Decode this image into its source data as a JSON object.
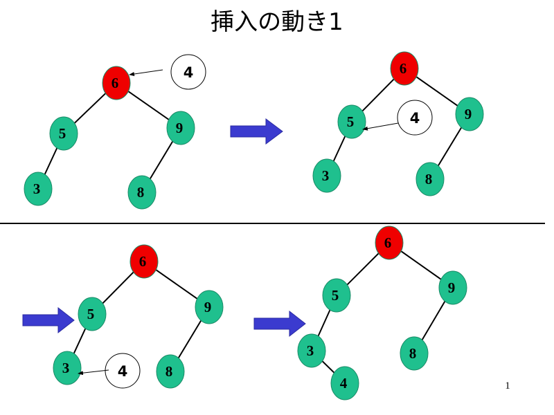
{
  "title": "挿入の動き1",
  "page_number": "1",
  "colors": {
    "node_fill": "#1fc08e",
    "root_fill": "#ef0000",
    "edge": "#000000",
    "arrow_fill": "#3b3bcf",
    "new_node_fill": "#ffffff"
  },
  "panels": [
    {
      "name": "step-1",
      "nodes": [
        {
          "id": "n6",
          "label": "6",
          "role": "root"
        },
        {
          "id": "n5",
          "label": "5"
        },
        {
          "id": "n9",
          "label": "9"
        },
        {
          "id": "n3",
          "label": "3"
        },
        {
          "id": "n8",
          "label": "8"
        }
      ],
      "edges": [
        [
          "n6",
          "n5"
        ],
        [
          "n6",
          "n9"
        ],
        [
          "n5",
          "n3"
        ],
        [
          "n9",
          "n8"
        ]
      ],
      "pending": {
        "label": "4",
        "compare_with": "n6"
      }
    },
    {
      "name": "step-2",
      "nodes": [
        {
          "id": "n6",
          "label": "6",
          "role": "root"
        },
        {
          "id": "n5",
          "label": "5"
        },
        {
          "id": "n9",
          "label": "9"
        },
        {
          "id": "n3",
          "label": "3"
        },
        {
          "id": "n8",
          "label": "8"
        }
      ],
      "edges": [
        [
          "n6",
          "n5"
        ],
        [
          "n6",
          "n9"
        ],
        [
          "n5",
          "n3"
        ],
        [
          "n9",
          "n8"
        ]
      ],
      "pending": {
        "label": "4",
        "compare_with": "n5"
      }
    },
    {
      "name": "step-3",
      "nodes": [
        {
          "id": "n6",
          "label": "6",
          "role": "root"
        },
        {
          "id": "n5",
          "label": "5"
        },
        {
          "id": "n9",
          "label": "9"
        },
        {
          "id": "n3",
          "label": "3"
        },
        {
          "id": "n8",
          "label": "8"
        }
      ],
      "edges": [
        [
          "n6",
          "n5"
        ],
        [
          "n6",
          "n9"
        ],
        [
          "n5",
          "n3"
        ],
        [
          "n9",
          "n8"
        ]
      ],
      "pending": {
        "label": "4",
        "compare_with": "n3"
      }
    },
    {
      "name": "step-4",
      "nodes": [
        {
          "id": "n6",
          "label": "6",
          "role": "root"
        },
        {
          "id": "n5",
          "label": "5"
        },
        {
          "id": "n9",
          "label": "9"
        },
        {
          "id": "n3",
          "label": "3"
        },
        {
          "id": "n8",
          "label": "8"
        },
        {
          "id": "n4",
          "label": "4"
        }
      ],
      "edges": [
        [
          "n6",
          "n5"
        ],
        [
          "n6",
          "n9"
        ],
        [
          "n5",
          "n3"
        ],
        [
          "n9",
          "n8"
        ],
        [
          "n3",
          "n4"
        ]
      ]
    }
  ]
}
